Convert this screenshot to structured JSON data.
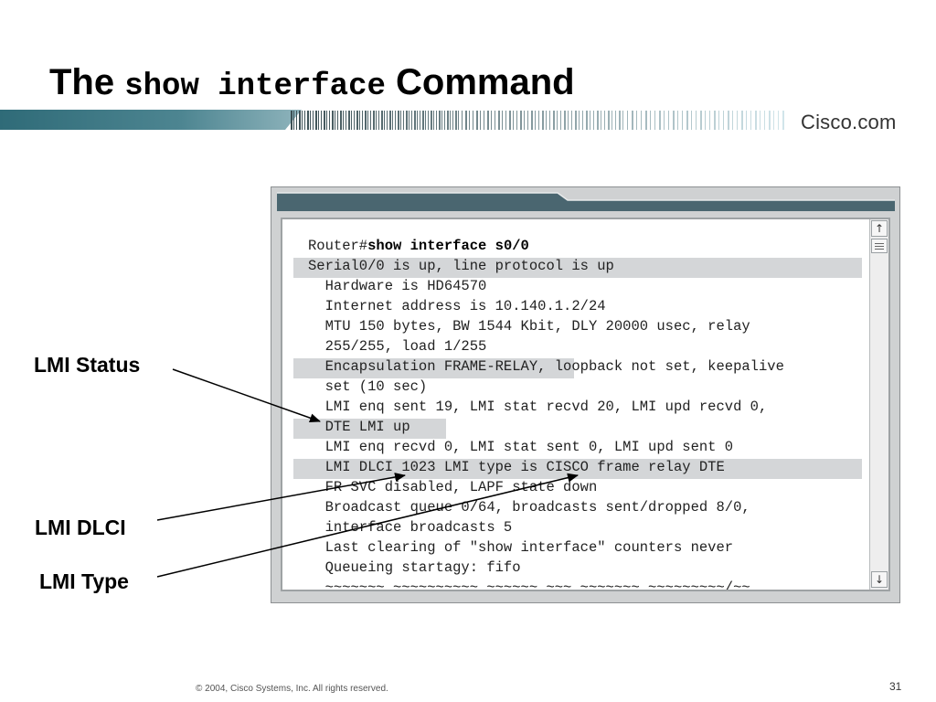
{
  "slide": {
    "title_prefix": "The",
    "title_command": "show interface",
    "title_suffix": "Command",
    "brand": "Cisco.com",
    "copyright": "© 2004, Cisco Systems, Inc. All rights reserved.",
    "page_number": "31"
  },
  "terminal": {
    "prompt": "Router#",
    "command": "show interface s0/0",
    "lines": [
      "Serial0/0 is up, line protocol is up",
      "  Hardware is HD64570",
      "  Internet address is 10.140.1.2/24",
      "  MTU 150 bytes, BW 1544 Kbit, DLY 20000 usec, relay",
      "  255/255, load 1/255",
      "  Encapsulation FRAME-RELAY, loopback not set, keepalive",
      "  set (10 sec)",
      "  LMI enq sent 19, LMI stat recvd 20, LMI upd recvd 0,",
      "  DTE LMI up",
      "  LMI enq recvd 0, LMI stat sent 0, LMI upd sent 0",
      "  LMI DLCI 1023 LMI type is CISCO frame relay DTE",
      "  FR SVC disabled, LAPF state down",
      "  Broadcast queue 0/64, broadcasts sent/dropped 8/0,",
      "  interface broadcasts 5",
      "  Last clearing of \"show interface\" counters never",
      "  Queueing startagy: fifo"
    ],
    "scroll_up_icon": "arrow-up",
    "scroll_down_icon": "arrow-down",
    "scroll_up_glyph": "↑",
    "scroll_down_glyph": "↓"
  },
  "callouts": {
    "lmi_status": "LMI Status",
    "lmi_dlci": "LMI DLCI",
    "lmi_type": "LMI Type"
  },
  "colors": {
    "header_bar": "#4a6670",
    "highlight": "#d4d6d8",
    "banner_band": "#2f6b78"
  }
}
